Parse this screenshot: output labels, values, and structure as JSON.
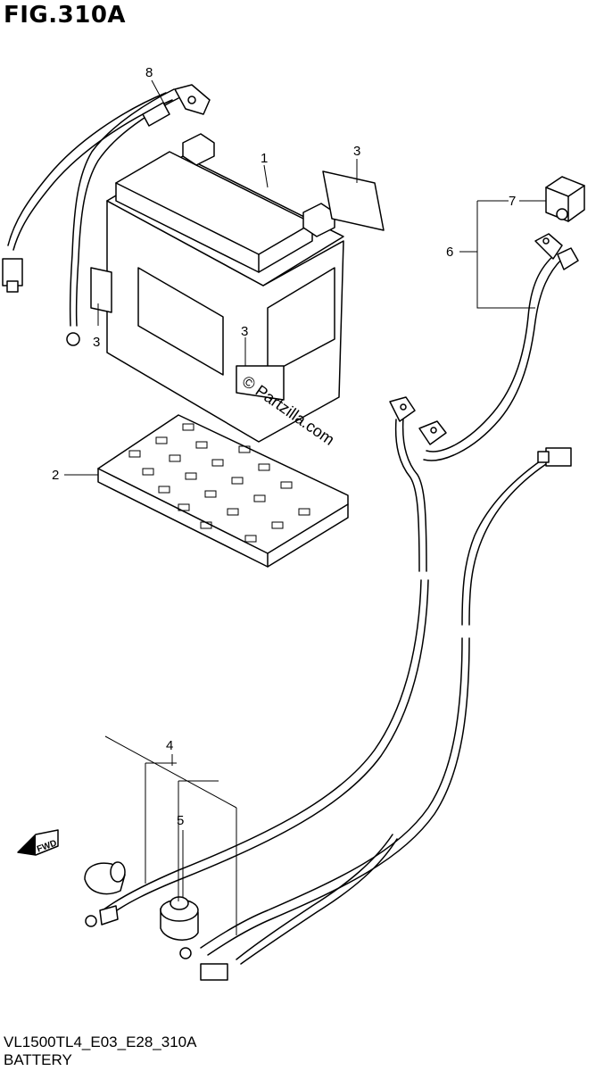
{
  "figure": {
    "title": "FIG.310A",
    "code": "VL1500TL4_E03_E28_310A",
    "name": "BATTERY"
  },
  "callouts": {
    "c1": "1",
    "c2": "2",
    "c3a": "3",
    "c3b": "3",
    "c3c": "3",
    "c4": "4",
    "c5": "5",
    "c6": "6",
    "c7": "7",
    "c8": "8"
  },
  "watermark": "© Partzilla.com",
  "icons": {
    "fwd_arrow": "FWD"
  }
}
